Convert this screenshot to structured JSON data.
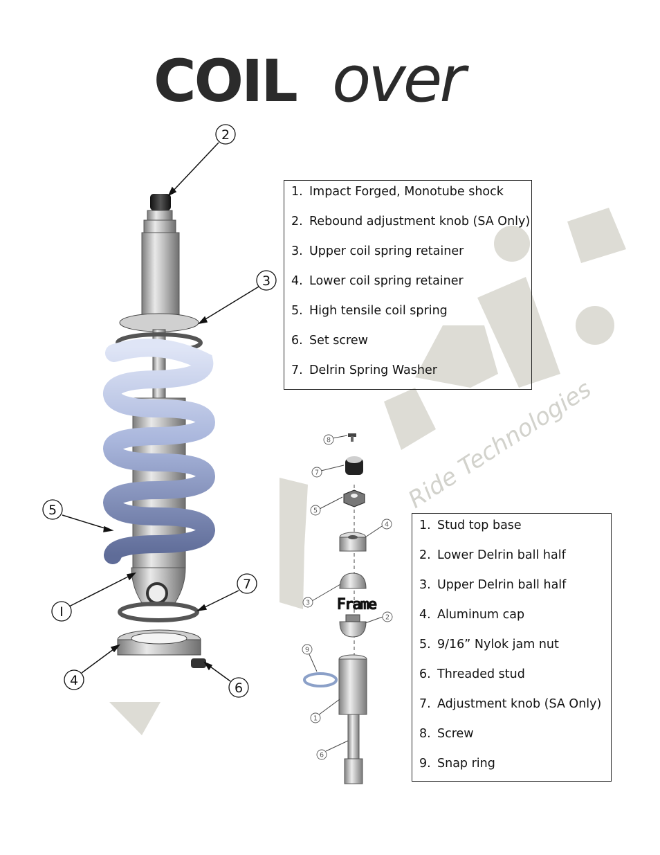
{
  "logo": {
    "bold_text": "COIL",
    "italic_text": "over"
  },
  "watermark": {
    "text": "Ride Technologies"
  },
  "coilover_callouts": [
    "2",
    "3",
    "5",
    "I",
    "7",
    "4",
    "6"
  ],
  "mount_callouts": [
    "8",
    "7",
    "5",
    "4",
    "3",
    "2",
    "9",
    "1",
    "6"
  ],
  "frame_label": "Frame",
  "coilover_legend": [
    {
      "num": "1.",
      "label": "Impact Forged, Monotube shock"
    },
    {
      "num": "2.",
      "label": "Rebound adjustment knob (SA Only)"
    },
    {
      "num": "3.",
      "label": "Upper coil spring retainer"
    },
    {
      "num": "4.",
      "label": "Lower coil spring retainer"
    },
    {
      "num": "5.",
      "label": "High tensile coil spring"
    },
    {
      "num": "6.",
      "label": "Set screw"
    },
    {
      "num": "7.",
      "label": "Delrin Spring Washer"
    }
  ],
  "mount_legend": [
    {
      "num": "1.",
      "label": "Stud top base"
    },
    {
      "num": "2.",
      "label": "Lower Delrin ball half"
    },
    {
      "num": "3.",
      "label": "Upper Delrin ball half"
    },
    {
      "num": "4.",
      "label": "Aluminum cap"
    },
    {
      "num": "5.",
      "label": "9/16” Nylok jam nut"
    },
    {
      "num": "6.",
      "label": "Threaded stud"
    },
    {
      "num": "7.",
      "label": "Adjustment knob (SA Only)"
    },
    {
      "num": "8.",
      "label": "Screw"
    },
    {
      "num": "9.",
      "label": "Snap ring"
    }
  ],
  "colors": {
    "spring": "#a9b6dc",
    "spring_dark": "#5f6c98",
    "metal": "#c8c8c8",
    "watermark": "#d8d8d2"
  }
}
